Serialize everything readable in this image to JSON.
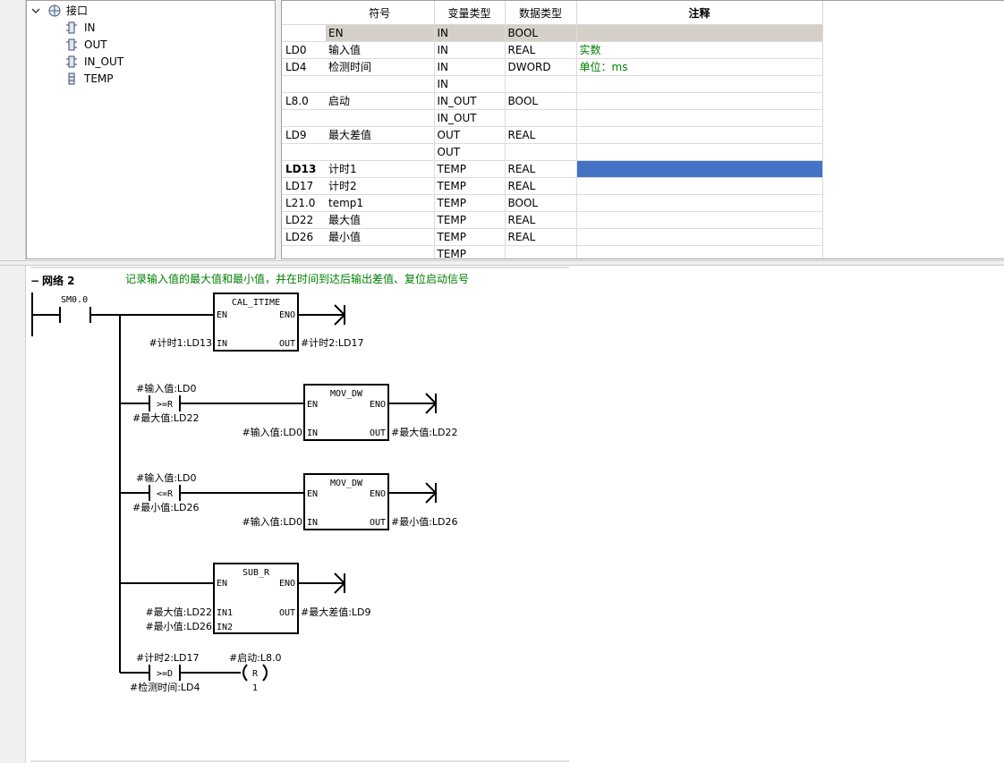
{
  "tree": {
    "root": {
      "label": "接口",
      "expander": "⌄",
      "icon": "interface-icon"
    },
    "children": [
      {
        "label": "IN",
        "icon": "variable-block-icon"
      },
      {
        "label": "OUT",
        "icon": "variable-block-icon"
      },
      {
        "label": "IN_OUT",
        "icon": "variable-block-icon"
      },
      {
        "label": "TEMP",
        "icon": "variable-block-icon"
      }
    ]
  },
  "var_table": {
    "headers": {
      "symbol": "符号",
      "var_type": "变量类型",
      "data_type": "数据类型",
      "comment": "注释"
    },
    "rows": [
      {
        "addr": "",
        "symbol": "EN",
        "var_type": "IN",
        "data_type": "BOOL",
        "comment": ""
      },
      {
        "addr": "LD0",
        "symbol": "输入值",
        "var_type": "IN",
        "data_type": "REAL",
        "comment": "实数"
      },
      {
        "addr": "LD4",
        "symbol": "检测时间",
        "var_type": "IN",
        "data_type": "DWORD",
        "comment": "单位：ms"
      },
      {
        "addr": "",
        "symbol": "",
        "var_type": "IN",
        "data_type": "",
        "comment": ""
      },
      {
        "addr": "L8.0",
        "symbol": "启动",
        "var_type": "IN_OUT",
        "data_type": "BOOL",
        "comment": ""
      },
      {
        "addr": "",
        "symbol": "",
        "var_type": "IN_OUT",
        "data_type": "",
        "comment": ""
      },
      {
        "addr": "LD9",
        "symbol": "最大差值",
        "var_type": "OUT",
        "data_type": "REAL",
        "comment": ""
      },
      {
        "addr": "",
        "symbol": "",
        "var_type": "OUT",
        "data_type": "",
        "comment": ""
      },
      {
        "addr": "LD13",
        "symbol": "计时1",
        "var_type": "TEMP",
        "data_type": "REAL",
        "comment": ""
      },
      {
        "addr": "LD17",
        "symbol": "计时2",
        "var_type": "TEMP",
        "data_type": "REAL",
        "comment": ""
      },
      {
        "addr": "L21.0",
        "symbol": "temp1",
        "var_type": "TEMP",
        "data_type": "BOOL",
        "comment": ""
      },
      {
        "addr": "LD22",
        "symbol": "最大值",
        "var_type": "TEMP",
        "data_type": "REAL",
        "comment": ""
      },
      {
        "addr": "LD26",
        "symbol": "最小值",
        "var_type": "TEMP",
        "data_type": "REAL",
        "comment": ""
      },
      {
        "addr": "",
        "symbol": "",
        "var_type": "TEMP",
        "data_type": "",
        "comment": ""
      }
    ]
  },
  "network": {
    "collapse": "−",
    "title": "网络 2",
    "comment": "记录输入值的最大值和最小值，并在时间到达后输出差值、复位启动信号",
    "contact_sm": "SM0.0",
    "blocks": {
      "cal": {
        "name": "CAL_ITIME",
        "en": "EN",
        "eno": "ENO",
        "in_pin": "IN",
        "out_pin": "OUT",
        "in_arg": "#计时1:LD13",
        "out_arg": "#计时2:LD17"
      },
      "mov1": {
        "name": "MOV_DW",
        "en": "EN",
        "eno": "ENO",
        "in_pin": "IN",
        "out_pin": "OUT",
        "in_arg": "#输入值:LD0",
        "out_arg": "#最大值:LD22"
      },
      "mov2": {
        "name": "MOV_DW",
        "en": "EN",
        "eno": "ENO",
        "in_pin": "IN",
        "out_pin": "OUT",
        "in_arg": "#输入值:LD0",
        "out_arg": "#最小值:LD26"
      },
      "sub": {
        "name": "SUB_R",
        "en": "EN",
        "eno": "ENO",
        "in1_pin": "IN1",
        "in2_pin": "IN2",
        "out_pin": "OUT",
        "in1_arg": "#最大值:LD22",
        "in2_arg": "#最小值:LD26",
        "out_arg": "#最大差值:LD9"
      }
    },
    "compares": {
      "ge": {
        "top": "#输入值:LD0",
        "op": ">=R",
        "bottom": "#最大值:LD22"
      },
      "le": {
        "top": "#输入值:LD0",
        "op": "<=R",
        "bottom": "#最小值:LD26"
      },
      "gd": {
        "top": "#计时2:LD17",
        "op": ">=D",
        "bottom": "#检测时间:LD4"
      }
    },
    "reset_coil": {
      "operand": "#启动:L8.0",
      "op": "R",
      "count": "1"
    }
  }
}
